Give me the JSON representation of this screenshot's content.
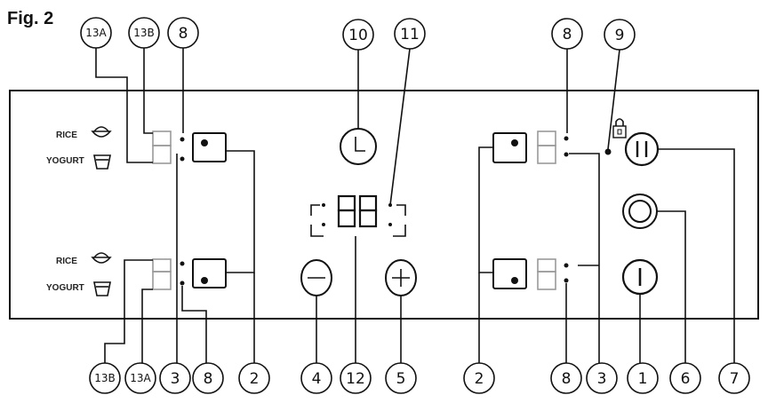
{
  "figure_label": "Fig. 2",
  "cooker_labels": {
    "upper": {
      "rice": "RICE",
      "yogurt": "YOGURT"
    },
    "lower": {
      "rice": "RICE",
      "yogurt": "YOGURT"
    }
  },
  "callouts": {
    "top": [
      "13A",
      "13B",
      "8",
      "10",
      "11",
      "8",
      "9"
    ],
    "bottom": [
      "13B",
      "13A",
      "3",
      "8",
      "2",
      "4",
      "12",
      "5",
      "2",
      "8",
      "3",
      "1",
      "6",
      "7"
    ]
  }
}
